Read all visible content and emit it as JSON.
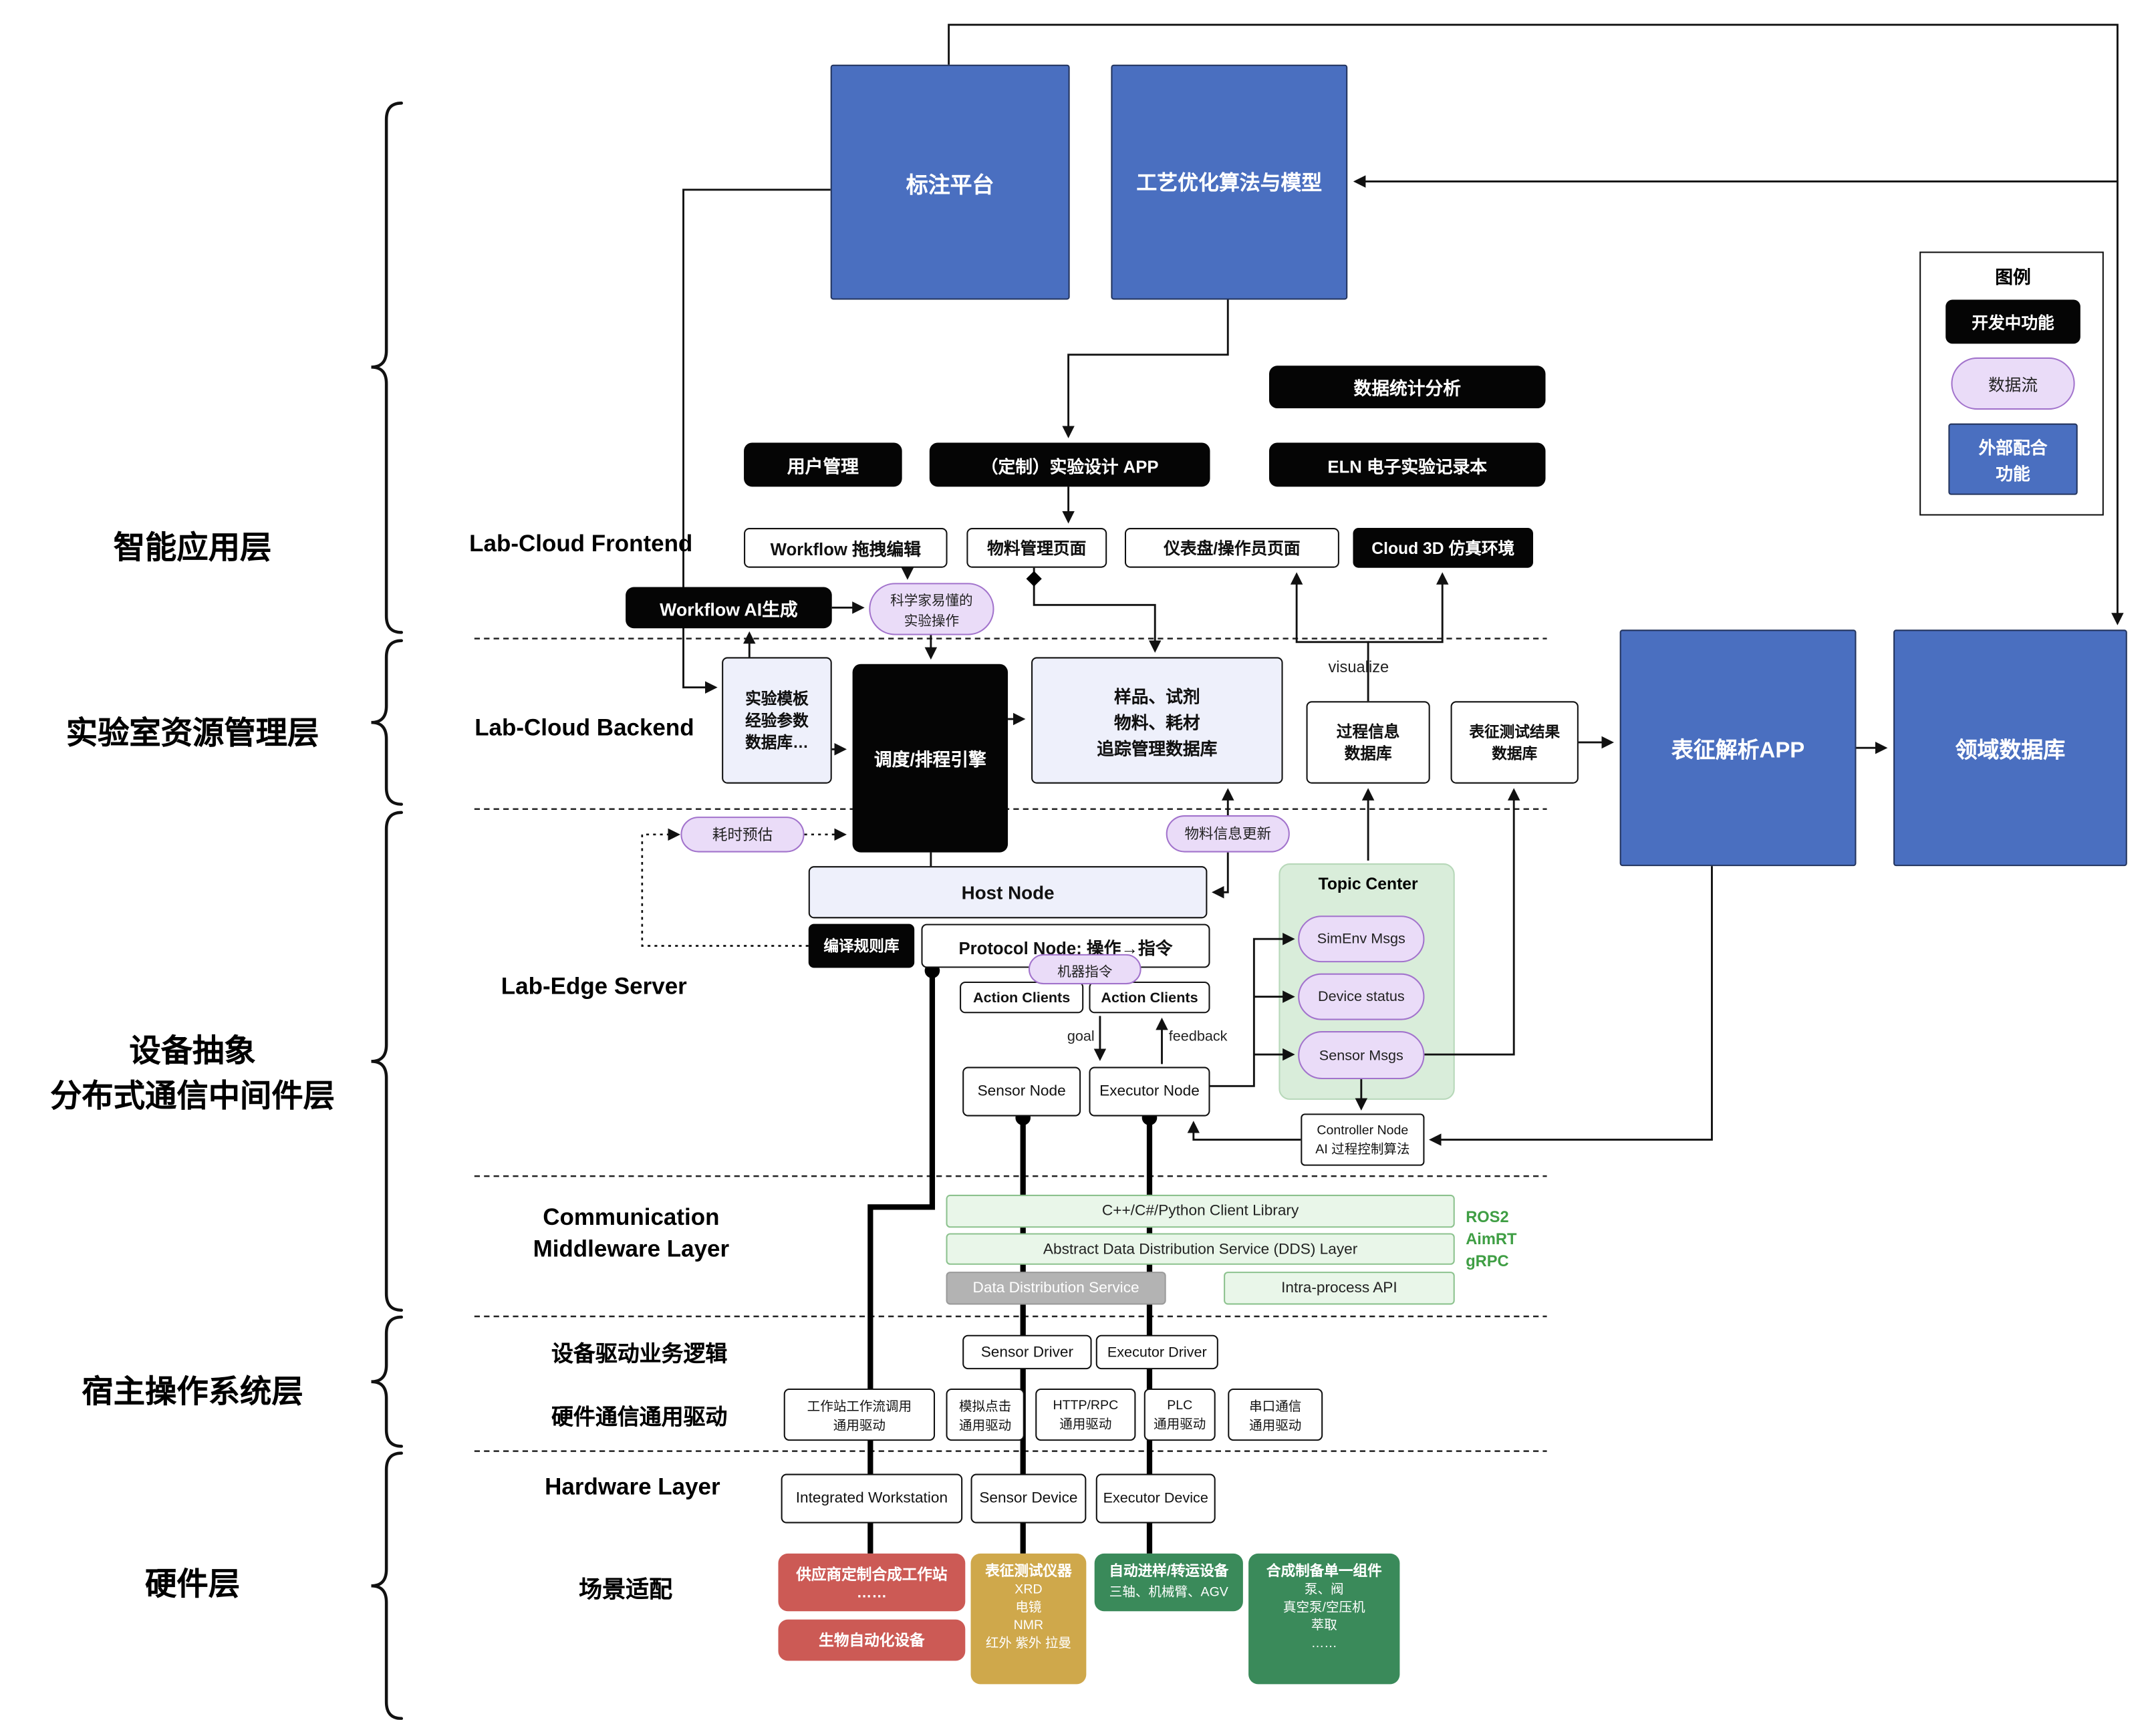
{
  "colors": {
    "external_blue": "#4a6fc0",
    "dev_black": "#050505",
    "dataflow_purple": "#eadcf8",
    "topic_green": "#d9edda",
    "middleware_green": "#e9f6e9",
    "scene_red": "#cc5a55",
    "scene_gold": "#cfa84b",
    "scene_green": "#3a8a5a",
    "ros_text_green": "#3f9e44"
  },
  "layers": {
    "app": "智能应用层",
    "resource": "实验室资源管理层",
    "mid1": "设备抽象",
    "mid2": "分布式通信中间件层",
    "host_os": "宿主操作系统层",
    "hardware": "硬件层"
  },
  "legend": {
    "title": "图例",
    "dev": "开发中功能",
    "dataflow": "数据流",
    "external": "外部配合\n功能"
  },
  "top": {
    "annotation": "标注平台",
    "optimization": "工艺优化算法与模型"
  },
  "frontend": {
    "section": "Lab-Cloud Frontend",
    "stats": "数据统计分析",
    "user_mgmt": "用户管理",
    "design_app": "（定制）实验设计 APP",
    "eln": "ELN 电子实验记录本",
    "workflow_edit": "Workflow 拖拽编辑",
    "material_page": "物料管理页面",
    "dashboard": "仪表盘/操作员页面",
    "cloud3d": "Cloud 3D 仿真环境",
    "workflow_ai": "Workflow AI生成",
    "sci_ops": "科学家易懂的\n实验操作"
  },
  "backend": {
    "section": "Lab-Cloud Backend",
    "template_db": "实验模板\n经验参数\n数据库…",
    "scheduler": "调度/排程引擎",
    "tracking_db": "样品、试剂\n物料、耗材\n追踪管理数据库",
    "process_db": "过程信息\n数据库",
    "result_db": "表征测试结果\n数据库",
    "analysis_app": "表征解析APP",
    "domain_db": "领域数据库",
    "visualize": "visualize",
    "time_estimate": "耗时预估",
    "material_update": "物料信息更新"
  },
  "edge": {
    "section": "Lab-Edge Server",
    "host_node": "Host Node",
    "rule_lib": "编译规则库",
    "protocol_node": "Protocol Node: 操作→指令",
    "machine_cmd": "机器指令",
    "action_clients_left": "Action Clients",
    "action_clients_right": "Action Clients",
    "goal": "goal",
    "feedback": "feedback",
    "sensor_node": "Sensor Node",
    "executor_node": "Executor Node",
    "topic_center": "Topic Center",
    "simenv_msgs": "SimEnv Msgs",
    "device_status": "Device status",
    "sensor_msgs": "Sensor Msgs",
    "controller_node": "Controller Node\nAI 过程控制算法"
  },
  "comm": {
    "section1": "Communication",
    "section2": "Middleware Layer",
    "client_lib": "C++/C#/Python Client Library",
    "dds_layer": "Abstract Data Distribution Service (DDS) Layer",
    "dds_service": "Data Distribution Service",
    "intra_api": "Intra-process API",
    "ros2": "ROS2",
    "aimrt": "AimRT",
    "grpc": "gRPC"
  },
  "driver": {
    "section": "设备驱动业务逻辑",
    "sensor_driver": "Sensor Driver",
    "executor_driver": "Executor Driver",
    "hw_section": "硬件通信通用驱动",
    "generic": [
      "工作站工作流调用\n通用驱动",
      "模拟点击\n通用驱动",
      "HTTP/RPC\n通用驱动",
      "PLC\n通用驱动",
      "串口通信\n通用驱动"
    ]
  },
  "hardware": {
    "section": "Hardware Layer",
    "devices": [
      "Integrated Workstation",
      "Sensor Device",
      "Executor Device"
    ],
    "scene_section": "场景适配",
    "vendor_ws": "供应商定制合成工作站\n……",
    "bio": "生物自动化设备",
    "char_title": "表征测试仪器",
    "char_items": "XRD\n电镜\nNMR\n红外 紫外 拉曼",
    "transfer_title": "自动进样/转运设备",
    "transfer_items": "三轴、机械臂、AGV",
    "synth_title": "合成制备单一组件",
    "synth_items": "泵、阀\n真空泵/空压机\n萃取\n……"
  }
}
